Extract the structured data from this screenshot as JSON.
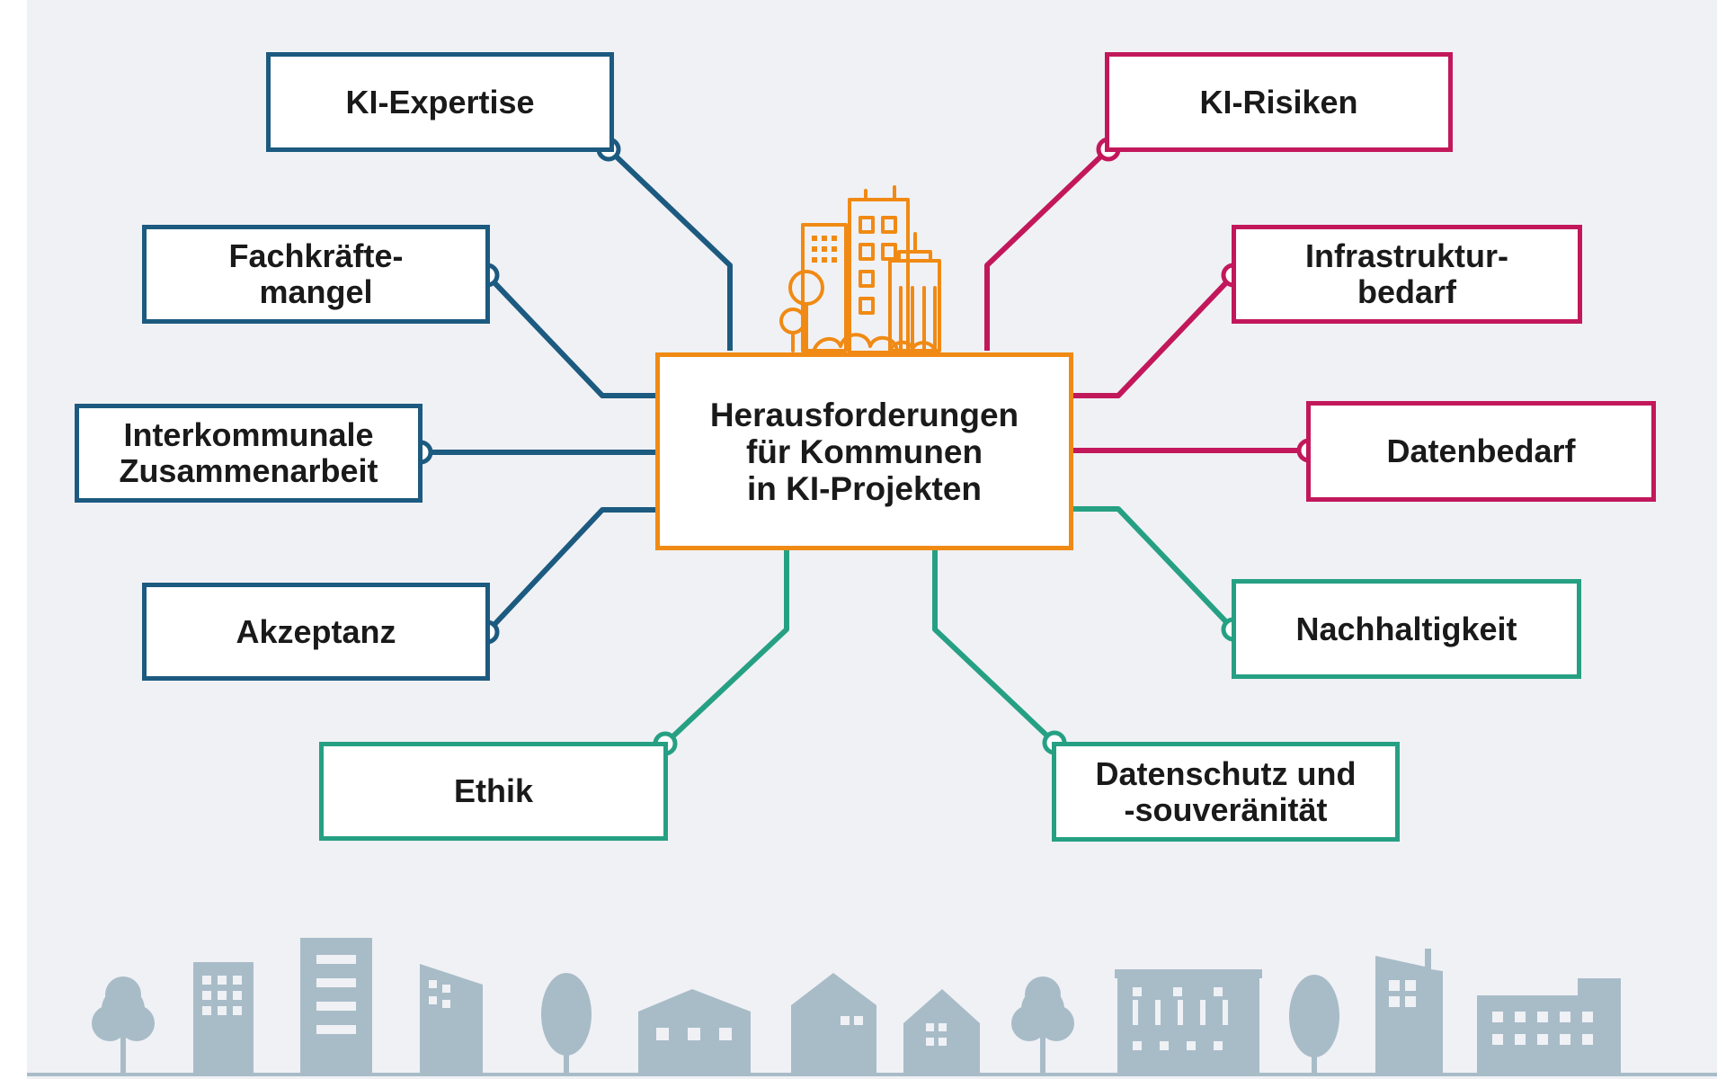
{
  "center": {
    "label": "Herausforderungen\nfür Kommunen\nin KI-Projekten"
  },
  "nodes_left": [
    {
      "label": "KI-Expertise"
    },
    {
      "label": "Fachkräfte-\nmangel"
    },
    {
      "label": "Interkommunale\nZusammenarbeit"
    },
    {
      "label": "Akzeptanz"
    },
    {
      "label": "Ethik"
    }
  ],
  "nodes_right": [
    {
      "label": "KI-Risiken"
    },
    {
      "label": "Infrastruktur-\nbedarf"
    },
    {
      "label": "Datenbedarf"
    },
    {
      "label": "Nachhaltigkeit"
    },
    {
      "label": "Datenschutz und\n-souveränität"
    }
  ],
  "colors": {
    "blue": "#1c5a80",
    "red": "#c2185b",
    "green": "#26a083",
    "orange": "#f08a14",
    "skyline": "#a8bcc8",
    "background": "#f0f1f5"
  },
  "icons": {
    "center": "city-buildings-icon",
    "skyline": "city-skyline-icon"
  }
}
